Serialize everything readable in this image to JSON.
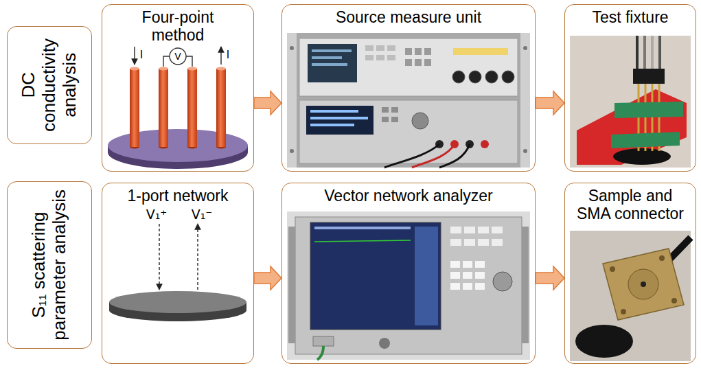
{
  "diagram": {
    "nodes": [
      {
        "text": [
          "DC conductivity analysis"
        ]
      },
      {
        "text": [
          "Four-point method"
        ]
      },
      {
        "text": [
          "Source measure unit"
        ]
      },
      {
        "text": [
          "Test fixture"
        ]
      },
      {
        "text": [
          "S₁₁ scattering parameter analysis"
        ]
      },
      {
        "text": [
          "1-port network"
        ]
      },
      {
        "text": [
          "Vector network analyzer"
        ]
      },
      {
        "text": [
          "Sample and SMA connector"
        ]
      }
    ],
    "edges": [
      {
        "from": 1,
        "to": 2,
        "arrow": "to"
      },
      {
        "from": 2,
        "to": 3,
        "arrow": "to"
      },
      {
        "from": 5,
        "to": 6,
        "arrow": "to"
      },
      {
        "from": 6,
        "to": 7,
        "arrow": "to"
      }
    ],
    "labels": [
      "I",
      "V",
      "I",
      "V₁⁺",
      "V₁⁻"
    ]
  }
}
